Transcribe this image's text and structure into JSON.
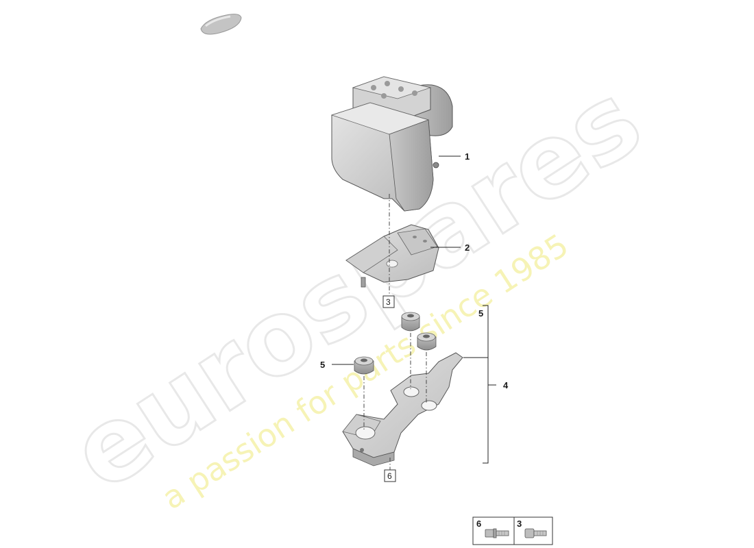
{
  "watermark": {
    "brand": "eurospares",
    "tagline": "a passion for parts since 1985"
  },
  "callouts": {
    "c1": "1",
    "c2": "2",
    "c3": "3",
    "c4": "4",
    "c5_group": "5",
    "c5_single": "5",
    "c6": "6"
  },
  "legend": {
    "items": [
      {
        "number": "6",
        "icon": "flange-bolt-icon"
      },
      {
        "number": "3",
        "icon": "hex-bolt-icon"
      }
    ]
  },
  "colors": {
    "part_fill": "#d8d8d8",
    "part_shade": "#b8b8b8",
    "part_dark": "#9a9a9a",
    "rubber": "#a8a8a8",
    "outline": "#444444",
    "watermark_grey": "#e6e6e6",
    "watermark_yellow": "#f3ef9e"
  }
}
